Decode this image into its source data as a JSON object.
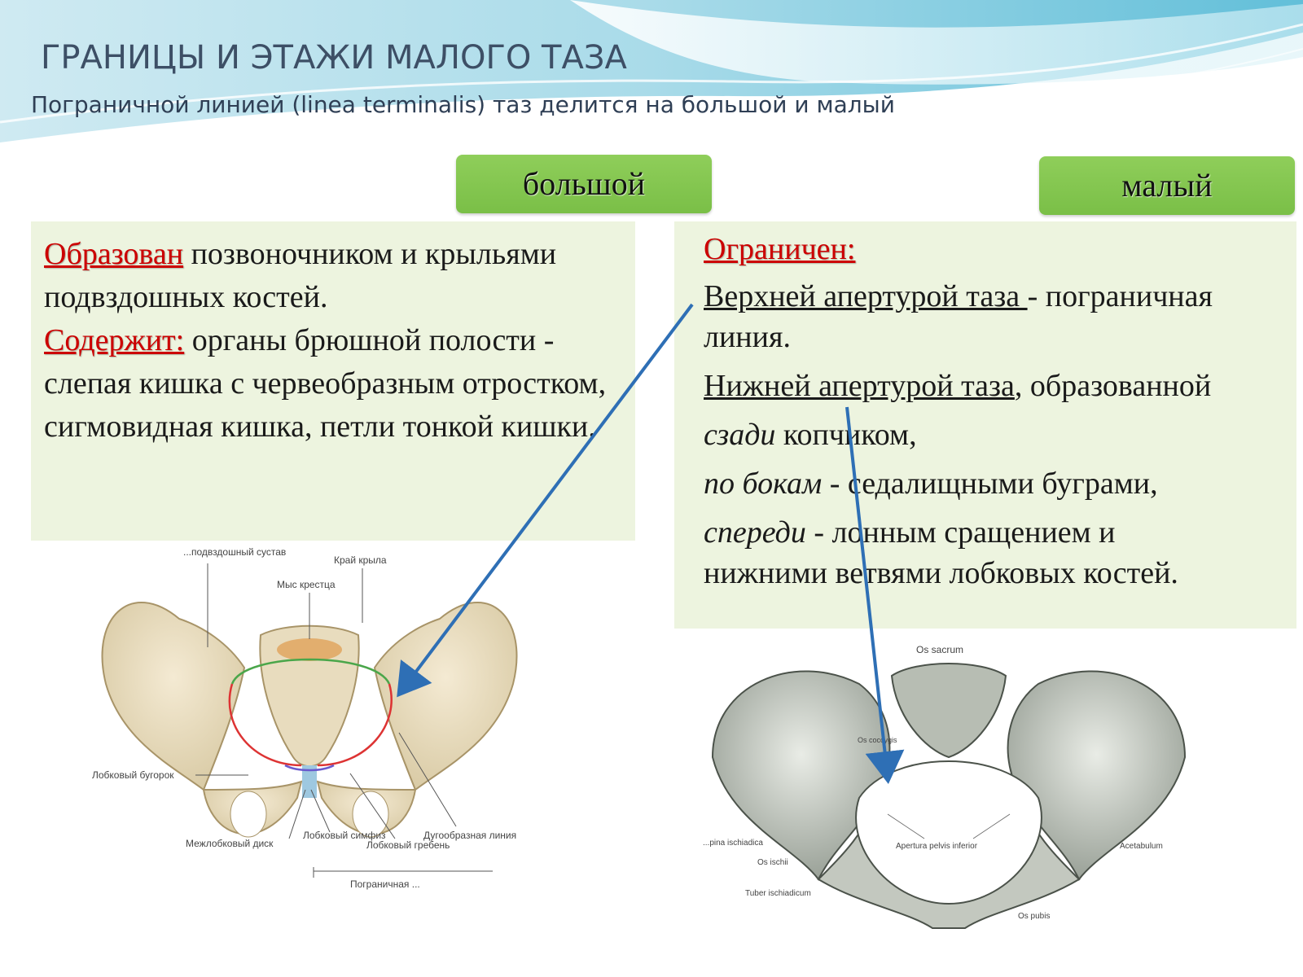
{
  "title": "ГРАНИЦЫ И ЭТАЖИ МАЛОГО ТАЗА",
  "subtitle": "Пограничной линией (linea terminalis) таз делится на большой и малый",
  "tags": {
    "big": "большой",
    "small": "малый"
  },
  "left_panel": {
    "formed_label": "Образован",
    "formed_text": " позвоночником и крыльями подвздошных костей.",
    "contains_label": "Содержит:",
    "contains_text": " органы брюшной полости - слепая кишка с червеобразным отростком, сигмовидная кишка, петли тонкой кишки."
  },
  "right_panel": {
    "limited_label": "Ограничен:",
    "upper_underlined": "Верхней апертурой таза ",
    "upper_rest": "- пограничная",
    "upper_line2": "линия.",
    "lower_underlined": "Нижней апертурой таза",
    "lower_rest": ", образованной",
    "behind_italic": "сзади",
    "behind_rest": " копчиком,",
    "sides_italic": "по бокам",
    "sides_rest": " - седалищными буграми,",
    "front_italic": "спереди",
    "front_rest": " - лонным сращением и",
    "front_line2": "нижними ветвями лобковых костей."
  },
  "left_figure_labels": {
    "joint": "...подвздошный сустав",
    "wing_edge": "Край крыла",
    "promontory": "Мыс крестца",
    "pubic_tubercle": "Лобковый бугорок",
    "interpubic_disc": "Межлобковый диск",
    "pubic_symphysis": "Лобковый симфиз",
    "pubic_crest": "Лобковый гребень",
    "arcuate_line": "Дугообразная линия",
    "terminal_line": "Пограничная ..."
  },
  "right_figure_labels": {
    "os_sacrum": "Os sacrum",
    "os_coccygis": "Os coccygis",
    "apertura": "Apertura pelvis inferior",
    "spina": "...pina ischiadica",
    "os_ischii": "Os ischii",
    "tuber": "Tuber ischiadicum",
    "acetabulum": "Acetabulum",
    "os_pubis": "Os pubis"
  },
  "colors": {
    "accent_green": "#7abf47",
    "arrow_blue": "#2e6fb5",
    "panel_bg": "#edf4df",
    "label_red": "#cc0000"
  }
}
